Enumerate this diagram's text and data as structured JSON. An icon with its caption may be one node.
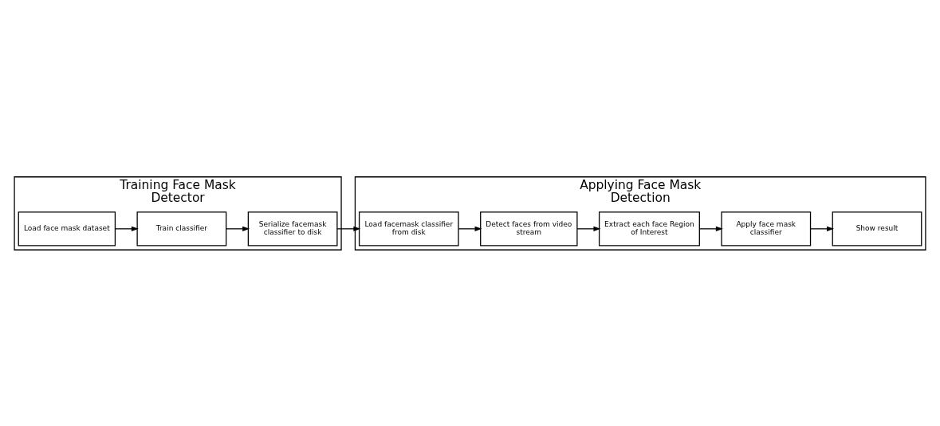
{
  "diagram": {
    "nodes": [
      {
        "text": [
          "Training Face Mask Detector"
        ]
      },
      {
        "text": [
          "Load face mask dataset"
        ],
        "in": 0
      },
      {
        "text": [
          "Train classifier"
        ],
        "in": 0
      },
      {
        "text": [
          "Serialize facemask classifier to disk"
        ],
        "in": 0
      },
      {
        "text": [
          "Applying Face Mask Detection"
        ]
      },
      {
        "text": [
          "Load facemask classifier from disk"
        ],
        "in": 4
      },
      {
        "text": [
          "Detect faces from video stream"
        ],
        "in": 4
      },
      {
        "text": [
          "Extract each face Region of Interest"
        ],
        "in": 4
      },
      {
        "text": [
          "Apply face mask classifier"
        ],
        "in": 4
      },
      {
        "text": [
          "Show result"
        ],
        "in": 4
      }
    ],
    "edges": [
      {
        "from": 1,
        "to": 2,
        "arrow": "to"
      },
      {
        "from": 2,
        "to": 3,
        "arrow": "to"
      },
      {
        "from": 3,
        "to": 5,
        "arrow": "to"
      },
      {
        "from": 5,
        "to": 6,
        "arrow": "to"
      },
      {
        "from": 6,
        "to": 7,
        "arrow": "to"
      },
      {
        "from": 7,
        "to": 8,
        "arrow": "to"
      },
      {
        "from": 8,
        "to": 9,
        "arrow": "to"
      }
    ]
  }
}
